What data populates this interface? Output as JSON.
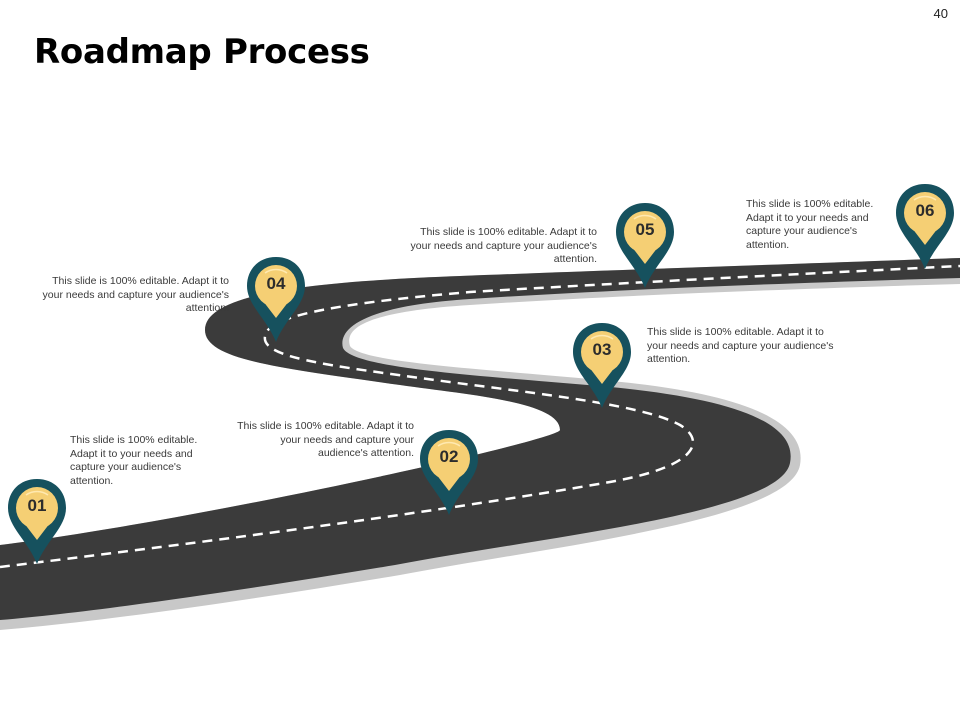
{
  "slide": {
    "title": "Roadmap Process",
    "page_number": "40"
  },
  "colors": {
    "road": "#3b3b3b",
    "road_edge": "#c8c8c8",
    "pin_outer": "#16515e",
    "pin_inner": "#f5cf74",
    "dash": "#ffffff"
  },
  "milestones": [
    {
      "label": "01",
      "text": "This slide is 100% editable. Adapt it to your needs and capture your audience's attention."
    },
    {
      "label": "02",
      "text": "This slide is 100% editable. Adapt it to your needs and capture your audience's attention."
    },
    {
      "label": "03",
      "text": "This slide is 100% editable. Adapt it to your needs and capture your audience's attention."
    },
    {
      "label": "04",
      "text": "This slide is 100% editable. Adapt it to your needs and capture your audience's attention."
    },
    {
      "label": "05",
      "text": "This slide is 100% editable. Adapt it to your needs and capture your audience's attention."
    },
    {
      "label": "06",
      "text": "This slide is 100% editable. Adapt it to your needs and capture your audience's attention."
    }
  ]
}
